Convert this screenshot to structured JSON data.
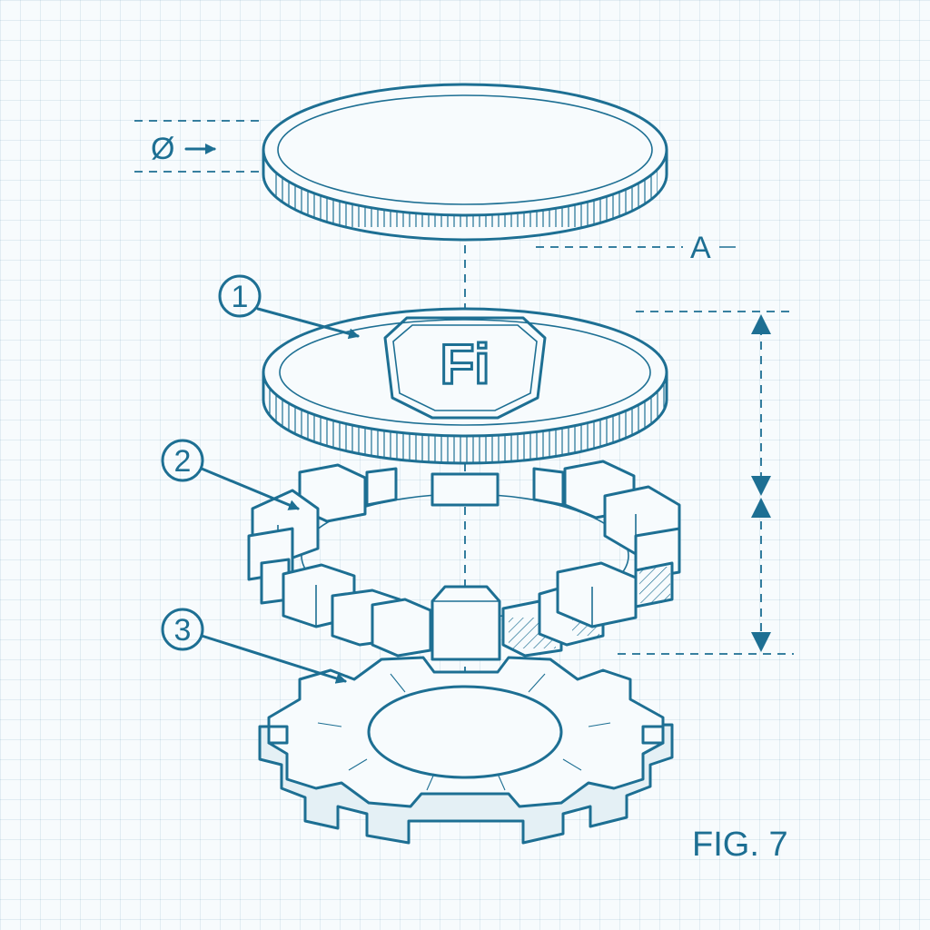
{
  "figure": {
    "caption": "FIG. 7",
    "diameter_symbol": "Ø",
    "datum_label": "A",
    "callouts": [
      "1",
      "2",
      "3"
    ],
    "logo_text": "Fi"
  },
  "colors": {
    "ink": "#1d6f93",
    "paper": "#f7fbfd",
    "grid": "#d6e8f0"
  }
}
